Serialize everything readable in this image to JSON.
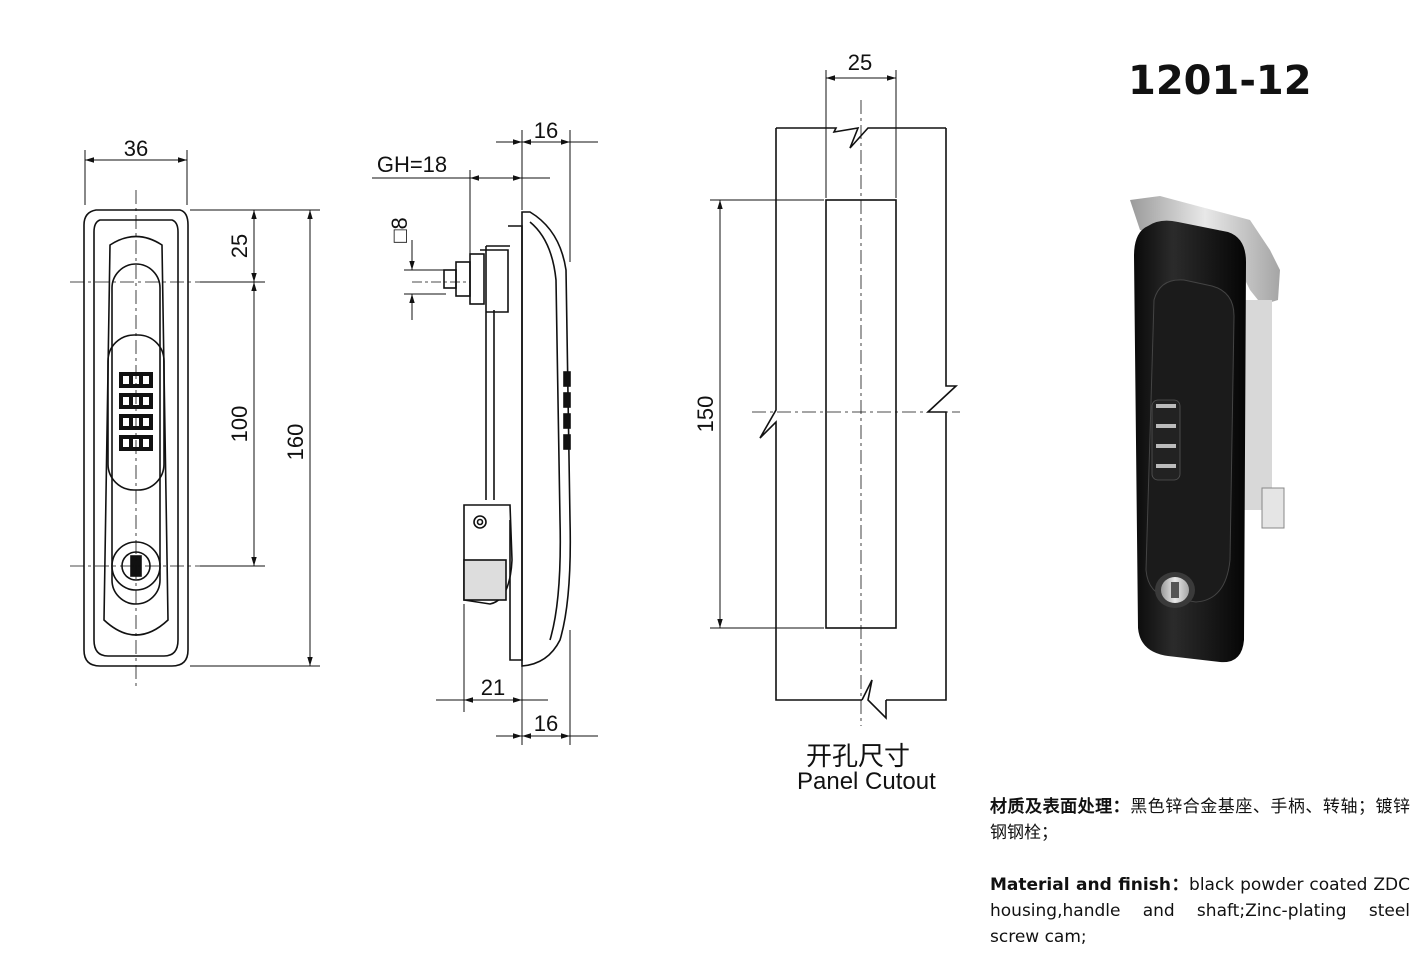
{
  "model": "1201-12",
  "dimensions": {
    "front_width": "36",
    "top_offset": "25",
    "hole_spacing": "100",
    "total_height": "160",
    "grip_height": "GH=18",
    "square_shaft": "□8",
    "side_depth_top": "16",
    "side_depth_bottom": "16",
    "side_offset": "21",
    "cutout_width": "25",
    "cutout_height": "150"
  },
  "cutout_label_cn": "开孔尺寸",
  "cutout_label_en": "Panel Cutout",
  "spec_cn": {
    "label": "材质及表面处理：",
    "text": "黑色锌合金基座、手柄、转轴；镀锌钢钢栓；"
  },
  "spec_en": {
    "label": "Material and finish：",
    "text": "black powder coated ZDC housing,handle and shaft;Zinc-plating steel screw cam;"
  }
}
